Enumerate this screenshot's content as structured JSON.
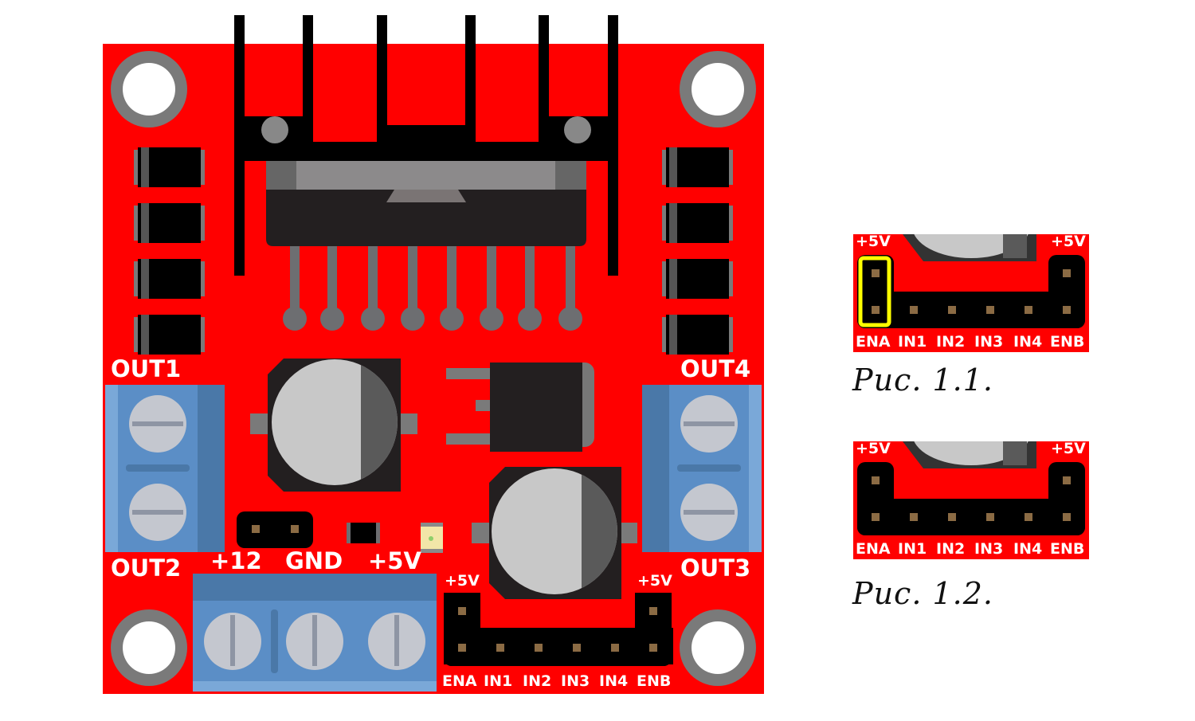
{
  "board": {
    "colors": {
      "pcb": "#ff0000",
      "heatsink": "#000000",
      "chip": "#231f20",
      "chip_top": "#8c8a8b",
      "pin": "#6d6e71",
      "terminal": "#5b8ec6",
      "screw": "#c4c7cf",
      "header": "#000000",
      "pad": "#8b6b44",
      "hole_ring": "#7a7a7a",
      "label": "#ffffff"
    },
    "labels": {
      "out1": "OUT1",
      "out2": "OUT2",
      "out3": "OUT3",
      "out4": "OUT4",
      "plus12": "+12",
      "gnd": "GND",
      "plus5v": "+5V"
    },
    "header": {
      "left_top": "+5V",
      "right_top": "+5V",
      "pins": [
        "ENA",
        "IN1",
        "IN2",
        "IN3",
        "IN4",
        "ENB"
      ]
    }
  },
  "figures": [
    {
      "caption": "Рис. 1.1.",
      "left_top": "+5V",
      "right_top": "+5V",
      "pins": [
        "ENA",
        "IN1",
        "IN2",
        "IN3",
        "IN4",
        "ENB"
      ],
      "ena_jumper_highlighted": true,
      "highlight_color": "#ffff00"
    },
    {
      "caption": "Рис. 1.2.",
      "left_top": "+5V",
      "right_top": "+5V",
      "pins": [
        "ENA",
        "IN1",
        "IN2",
        "IN3",
        "IN4",
        "ENB"
      ],
      "ena_jumper_highlighted": false,
      "highlight_color": "#ffff00"
    }
  ]
}
